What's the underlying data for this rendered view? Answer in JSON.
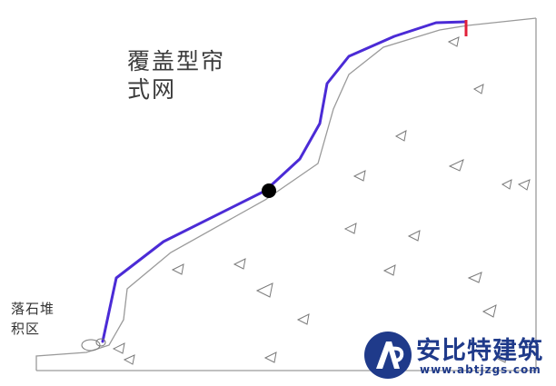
{
  "labels": {
    "title_line1": "覆盖型帘",
    "title_line2": "式网",
    "rockfall_line1": "落石堆",
    "rockfall_line2": "积区"
  },
  "watermark": {
    "name": "安比特建筑",
    "url": "www.abtjzgs.com"
  },
  "colors": {
    "net": "#4b2bd6",
    "slope_outline": "#9a9a9a",
    "anchor": "#e0203a",
    "boulder": "#000000",
    "logo": "#1f3a8a"
  }
}
